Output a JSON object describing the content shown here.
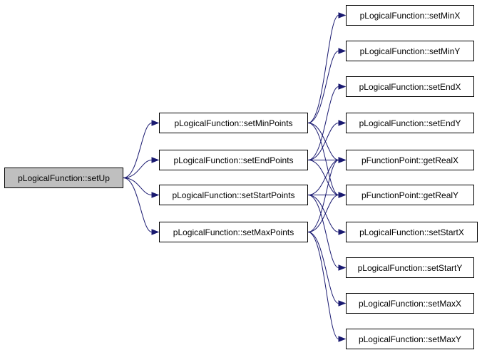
{
  "colors": {
    "edge": "#191970",
    "root_fill": "#bfbfbf",
    "node_fill": "#ffffff",
    "border": "#000000"
  },
  "nodes": {
    "setUp": "pLogicalFunction::setUp",
    "setMinPoints": "pLogicalFunction::setMinPoints",
    "setEndPoints": "pLogicalFunction::setEndPoints",
    "setStartPoints": "pLogicalFunction::setStartPoints",
    "setMaxPoints": "pLogicalFunction::setMaxPoints",
    "setMinX": "pLogicalFunction::setMinX",
    "setMinY": "pLogicalFunction::setMinY",
    "setEndX": "pLogicalFunction::setEndX",
    "setEndY": "pLogicalFunction::setEndY",
    "getRealX": "pFunctionPoint::getRealX",
    "getRealY": "pFunctionPoint::getRealY",
    "setStartX": "pLogicalFunction::setStartX",
    "setStartY": "pLogicalFunction::setStartY",
    "setMaxX": "pLogicalFunction::setMaxX",
    "setMaxY": "pLogicalFunction::setMaxY"
  },
  "edges": [
    [
      "setUp",
      "setMinPoints"
    ],
    [
      "setUp",
      "setEndPoints"
    ],
    [
      "setUp",
      "setStartPoints"
    ],
    [
      "setUp",
      "setMaxPoints"
    ],
    [
      "setMinPoints",
      "setMinX"
    ],
    [
      "setMinPoints",
      "setMinY"
    ],
    [
      "setMinPoints",
      "getRealX"
    ],
    [
      "setMinPoints",
      "getRealY"
    ],
    [
      "setEndPoints",
      "setEndX"
    ],
    [
      "setEndPoints",
      "setEndY"
    ],
    [
      "setEndPoints",
      "getRealX"
    ],
    [
      "setEndPoints",
      "getRealY"
    ],
    [
      "setStartPoints",
      "getRealX"
    ],
    [
      "setStartPoints",
      "getRealY"
    ],
    [
      "setStartPoints",
      "setStartX"
    ],
    [
      "setStartPoints",
      "setStartY"
    ],
    [
      "setMaxPoints",
      "getRealX"
    ],
    [
      "setMaxPoints",
      "getRealY"
    ],
    [
      "setMaxPoints",
      "setMaxX"
    ],
    [
      "setMaxPoints",
      "setMaxY"
    ]
  ]
}
